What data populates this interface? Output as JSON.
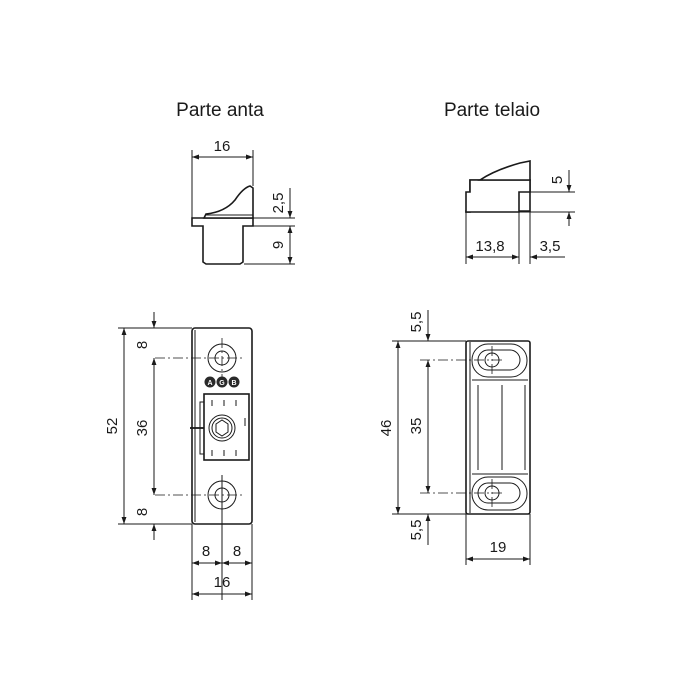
{
  "titles": {
    "sash": "Parte anta",
    "frame": "Parte telaio"
  },
  "sash_side": {
    "width": "16",
    "tongue_height": "2,5",
    "base_height": "9"
  },
  "frame_side": {
    "height": "5",
    "depth": "13,8",
    "lip": "3,5"
  },
  "sash_front": {
    "total_length": "52",
    "hole_spacing": "36",
    "top_offset": "8",
    "bottom_offset": "8",
    "half_width_left": "8",
    "half_width_right": "8",
    "total_width": "16",
    "logo": [
      "A",
      "G",
      "B"
    ]
  },
  "frame_front": {
    "total_length": "46",
    "hole_spacing": "35",
    "top_offset": "5,5",
    "bottom_offset": "5,5",
    "width": "19"
  }
}
